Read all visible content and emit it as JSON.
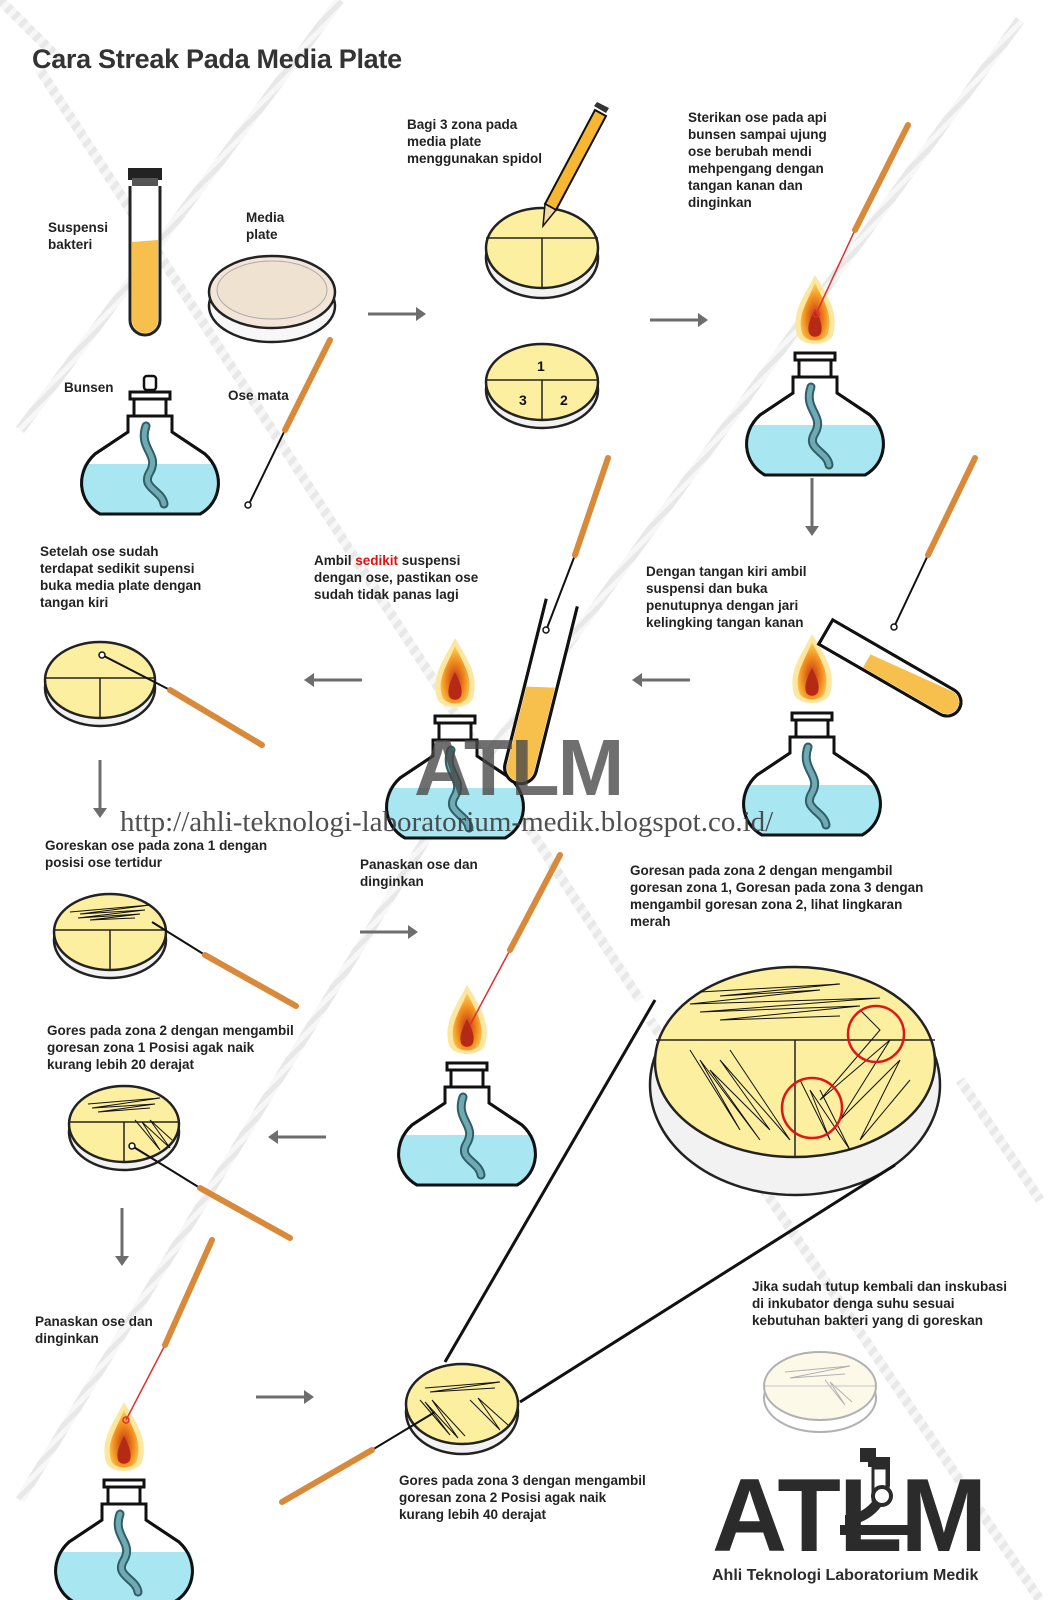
{
  "title": "Cara Streak Pada Media Plate",
  "labels": {
    "suspensi": [
      "Suspensi",
      "bakteri"
    ],
    "media": [
      "Media",
      "plate"
    ],
    "bunsen": "Bunsen",
    "ose_mata": "Ose mata",
    "bagi": [
      "Bagi 3 zona pada",
      "media plate",
      "menggunakan spidol"
    ],
    "sterikan": [
      "Sterikan ose pada api",
      "bunsen sampai ujung",
      "ose berubah mendi",
      "mehpengang dengan",
      "tangan kanan dan",
      "dinginkan"
    ],
    "setelah": [
      "Setelah ose sudah",
      "terdapat sedikit supensi",
      "buka media plate dengan",
      "tangan kiri"
    ],
    "ambil_prefix": "Ambil ",
    "ambil_red": "sedikit",
    "ambil_rest": " suspensi",
    "ambil_lines": [
      "dengan ose, pastikan ose",
      "sudah tidak panas lagi"
    ],
    "tangan_kiri": [
      "Dengan tangan kiri ambil",
      "suspensi dan buka",
      "penutupnya dengan jari",
      "kelingking tangan kanan"
    ],
    "goreskan": [
      "Goreskan ose pada zona 1 dengan",
      "posisi ose tertidur"
    ],
    "panaskan1": [
      "Panaskan ose dan",
      "dinginkan"
    ],
    "goresan23": [
      "Goresan pada zona 2 dengan mengambil",
      "goresan zona 1, Goresan pada zona 3 dengan",
      "mengambil goresan zona 2, lihat lingkaran",
      "merah"
    ],
    "gores2": [
      "Gores pada zona 2 dengan mengambil",
      "goresan zona 1 Posisi agak naik",
      "kurang lebih 20 derajat"
    ],
    "panaskan2": [
      "Panaskan ose dan",
      "dinginkan"
    ],
    "jika": [
      "Jika sudah tutup kembali dan inskubasi",
      "di inkubator denga suhu sesuai",
      "kebutuhan bakteri yang di goreskan"
    ],
    "gores3": [
      "Gores pada zona 3 dengan mengambil",
      "goresan zona 2 Posisi agak naik",
      "kurang lebih 40 derajat"
    ]
  },
  "zones": [
    "1",
    "3",
    "2"
  ],
  "watermark": {
    "logo": "ATLM",
    "url": "http://ahli-teknologi-laboratorium-medik.blogspot.co.id/"
  },
  "logo": {
    "big": "ATLM",
    "sub": "Ahli Teknologi Laboratorium Medik"
  },
  "colors": {
    "agar": "#fcef9f",
    "suspension": "#f7c04c",
    "flask_liquid": "#a8e6f2",
    "ose_handle": "#d9893a",
    "arrow": "#6d6d6d",
    "flame": "#ee7a1a",
    "highlight_circle": "#e01515"
  }
}
